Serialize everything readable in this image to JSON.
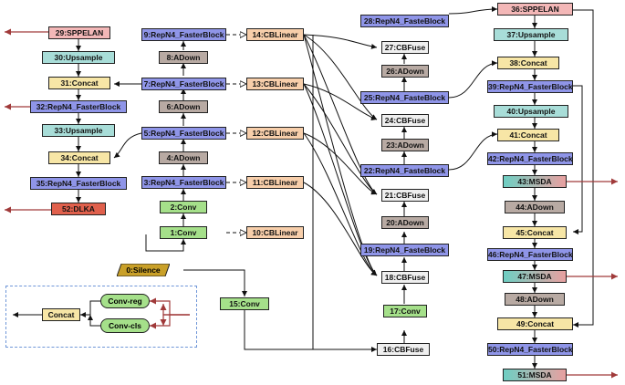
{
  "nodes": {
    "n0": "0:Silence",
    "n1": "1:Conv",
    "n2": "2:Conv",
    "n3": "3:RepN4_FasterBlock",
    "n4": "4:ADown",
    "n5": "5:RepN4_FasterBlock",
    "n6": "6:ADown",
    "n7": "7:RepN4_FasterBlock",
    "n8": "8:ADown",
    "n9": "9:RepN4_FasterBlock",
    "n10": "10:CBLinear",
    "n11": "11:CBLinear",
    "n12": "12:CBLinear",
    "n13": "13:CBLinear",
    "n14": "14:CBLinear",
    "n15": "15:Conv",
    "n16": "16:CBFuse",
    "n17": "17:Conv",
    "n18": "18:CBFuse",
    "n19": "19:RepN4_FasteBlock",
    "n20": "20:ADown",
    "n21": "21:CBFuse",
    "n22": "22:RepN4_FasteBlock",
    "n23": "23:ADown",
    "n24": "24:CBFuse",
    "n25": "25:RepN4_FasteBlock",
    "n26": "26:ADown",
    "n27": "27:CBFuse",
    "n28": "28:RepN4_FasteBlock",
    "n29": "29:SPPELAN",
    "n30": "30:Upsample",
    "n31": "31:Concat",
    "n32": "32:RepN4_FasterBlock",
    "n33": "33:Upsample",
    "n34": "34:Concat",
    "n35": "35:RepN4_FasterBlock",
    "n36": "36:SPPELAN",
    "n37": "37:Upsample",
    "n38": "38:Concat",
    "n39": "39:RepN4_FasterBlock",
    "n40": "40:Upsample",
    "n41": "41:Concat",
    "n42": "42:RepN4_FasterBlock",
    "n43": "43:MSDA",
    "n44": "44:ADown",
    "n45": "45:Concat",
    "n46": "46:RepN4_FasterBlock",
    "n47": "47:MSDA",
    "n48": "48:ADown",
    "n49": "49:Concat",
    "n50": "50:RepN4_FasterBlock",
    "n51": "51:MSDA",
    "n52": "52:DLKA"
  },
  "legend": {
    "concat": "Concat",
    "conv_reg": "Conv-reg",
    "conv_cls": "Conv-cls"
  },
  "colors": {
    "block": "#8f95e8",
    "adown": "#b8aaa3",
    "cblinear": "#f7ceaa",
    "cbfuse": "#efefef",
    "conv": "#a5e08a",
    "upsample": "#a8ddd8",
    "concat": "#f7e6a6",
    "sppelan": "#f3b7b7",
    "dlka": "#e0604c",
    "silence": "#c9a028",
    "output_arrow": "#a03a3a"
  }
}
